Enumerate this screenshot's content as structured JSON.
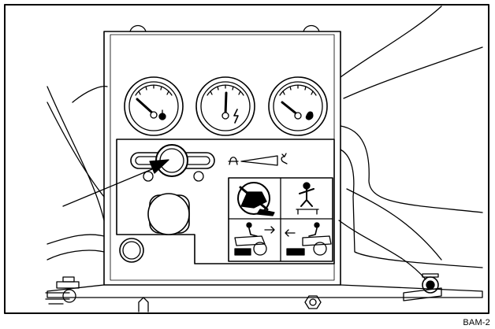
{
  "figure": {
    "caption": "BAM-2",
    "colors": {
      "ink": "#000000",
      "paper": "#ffffff"
    }
  },
  "panel": {
    "gauges": [
      {
        "name": "temperature-gauge",
        "icon": "thermometer-icon"
      },
      {
        "name": "voltage-gauge",
        "icon": "lightning-bolt-icon"
      },
      {
        "name": "oil-pressure-gauge",
        "icon": "oil-can-icon"
      }
    ],
    "throttle_icons": [
      "turtle-icon",
      "rabbit-icon"
    ],
    "safety_decals": [
      "rollover-hazard-icon",
      "seat-operator-icon",
      "mower-forward-icon",
      "mower-reverse-icon"
    ]
  }
}
